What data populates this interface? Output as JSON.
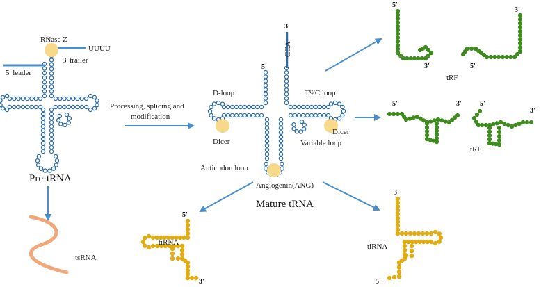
{
  "pre_trna": {
    "label": "Pre-tRNA",
    "rnase_z": "RNase Z",
    "uuuu": "UUUU",
    "trailer": "3' trailer",
    "leader": "5' leader"
  },
  "processing": {
    "line1": "Processing, splicing and",
    "line2": "modification"
  },
  "mature": {
    "label": "Mature tRNA",
    "cca": "CCA",
    "three_prime": "3'",
    "five_prime": "5'",
    "d_loop": "D-loop",
    "tpsic_loop": "TΨC loop",
    "dicer_left": "Dicer",
    "dicer_right": "Dicer",
    "variable_loop": "Variable loop",
    "anticodon_loop": "Anticodon loop",
    "angiogenin": "Angiogenin(ANG)"
  },
  "trf_top": {
    "label": "tRF",
    "left_5": "5'",
    "left_3": "3'",
    "right_3": "3'",
    "right_5": "5'"
  },
  "trf_mid": {
    "label": "tRF",
    "left_5": "5'",
    "left_3": "3'",
    "right_5": "5'",
    "right_3": "3'"
  },
  "tirna_left": {
    "label": "tiRNA",
    "five": "5'",
    "three": "3'"
  },
  "tirna_right": {
    "label": "tiRNA",
    "three": "3'",
    "five": "5'"
  },
  "tsrna": {
    "label": "tsRNA"
  },
  "colors": {
    "blue_bead": "#2f6fa8",
    "green_bead": "#3e8b1e",
    "yellow_bead": "#e0ac12",
    "arrow": "#4a8fcb",
    "enzyme": "#f6d98a",
    "tsrna": "#f0a878"
  }
}
